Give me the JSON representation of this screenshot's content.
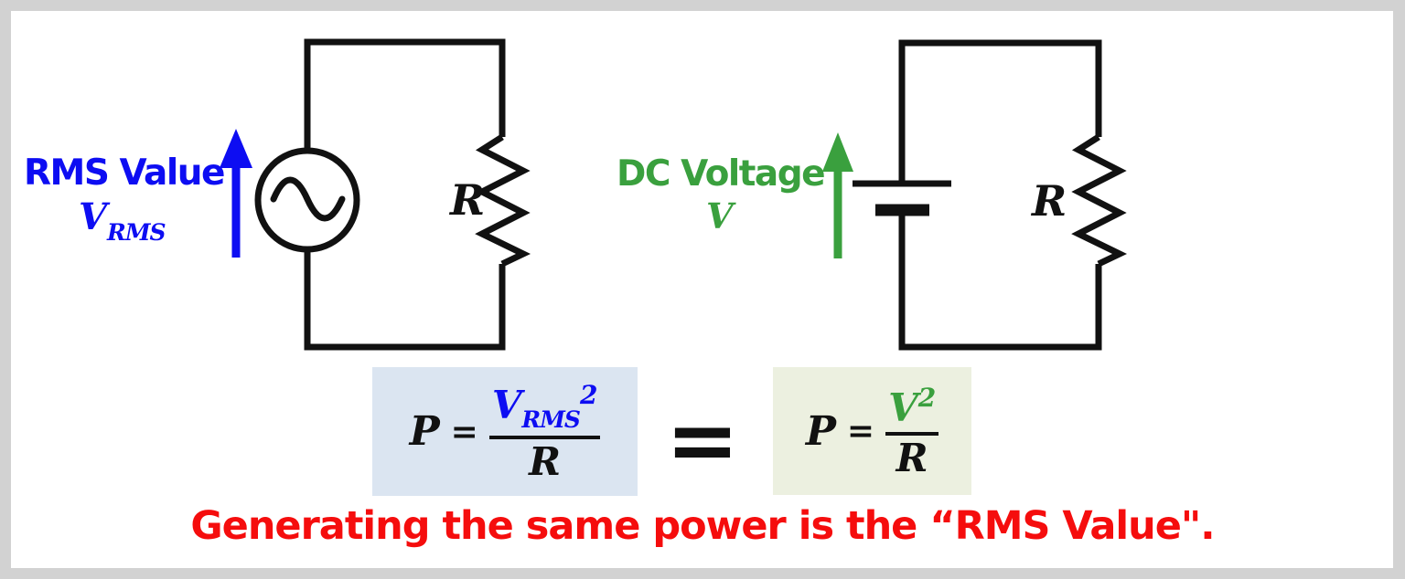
{
  "colors": {
    "ink": "#111111",
    "blue": "#0d0df2",
    "green": "#3aa03e",
    "red": "#f50d0d",
    "left-box-bg": "#dbe5f1",
    "right-box-bg": "#ecf0e0",
    "frame-border": "#d2d2d2",
    "canvas-bg": "#ffffff"
  },
  "left_circuit": {
    "label": "RMS Value",
    "symbol_base": "V",
    "symbol_sub": "RMS",
    "resistor": "R"
  },
  "right_circuit": {
    "label": "DC Voltage",
    "symbol_base": "V",
    "resistor": "R"
  },
  "equation": {
    "left": {
      "lhs": "P",
      "eq": "=",
      "num_base": "V",
      "num_sub": "RMS",
      "num_sup": "2",
      "den": "R"
    },
    "link": "=",
    "right": {
      "lhs": "P",
      "eq": "=",
      "num_base": "V",
      "num_sup": "2",
      "den": "R"
    }
  },
  "caption": "Generating the same power is the “RMS Value\"."
}
